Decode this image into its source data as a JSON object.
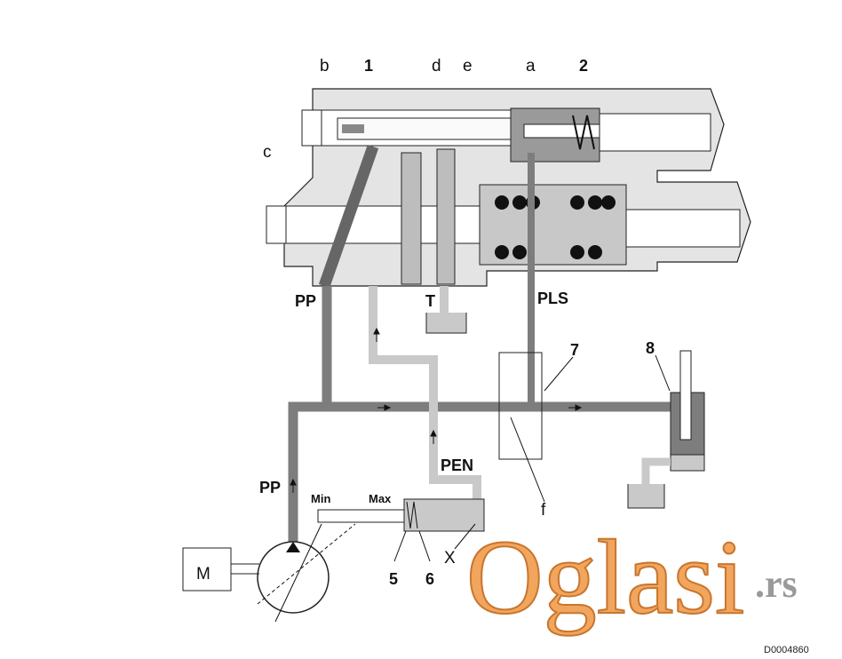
{
  "diagram": {
    "callouts": {
      "b": "b",
      "one": "1",
      "d": "d",
      "e": "e",
      "a": "a",
      "two": "2",
      "c": "c",
      "seven": "7",
      "eight": "8",
      "five": "5",
      "six": "6",
      "f": "f",
      "x": "X"
    },
    "ports": {
      "pp_top": "PP",
      "t": "T",
      "pls": "PLS",
      "pen": "PEN",
      "pp_left": "PP"
    },
    "pump_control": {
      "min": "Min",
      "max": "Max"
    },
    "motor": "M",
    "drawing_code": "D0004860",
    "colors": {
      "body": "#e4e4e4",
      "pressure_line": "#7d7d7d",
      "pilot_line": "#c9c9c9"
    }
  },
  "watermark": {
    "brand": "Oglasi",
    "tld": ".rs"
  }
}
